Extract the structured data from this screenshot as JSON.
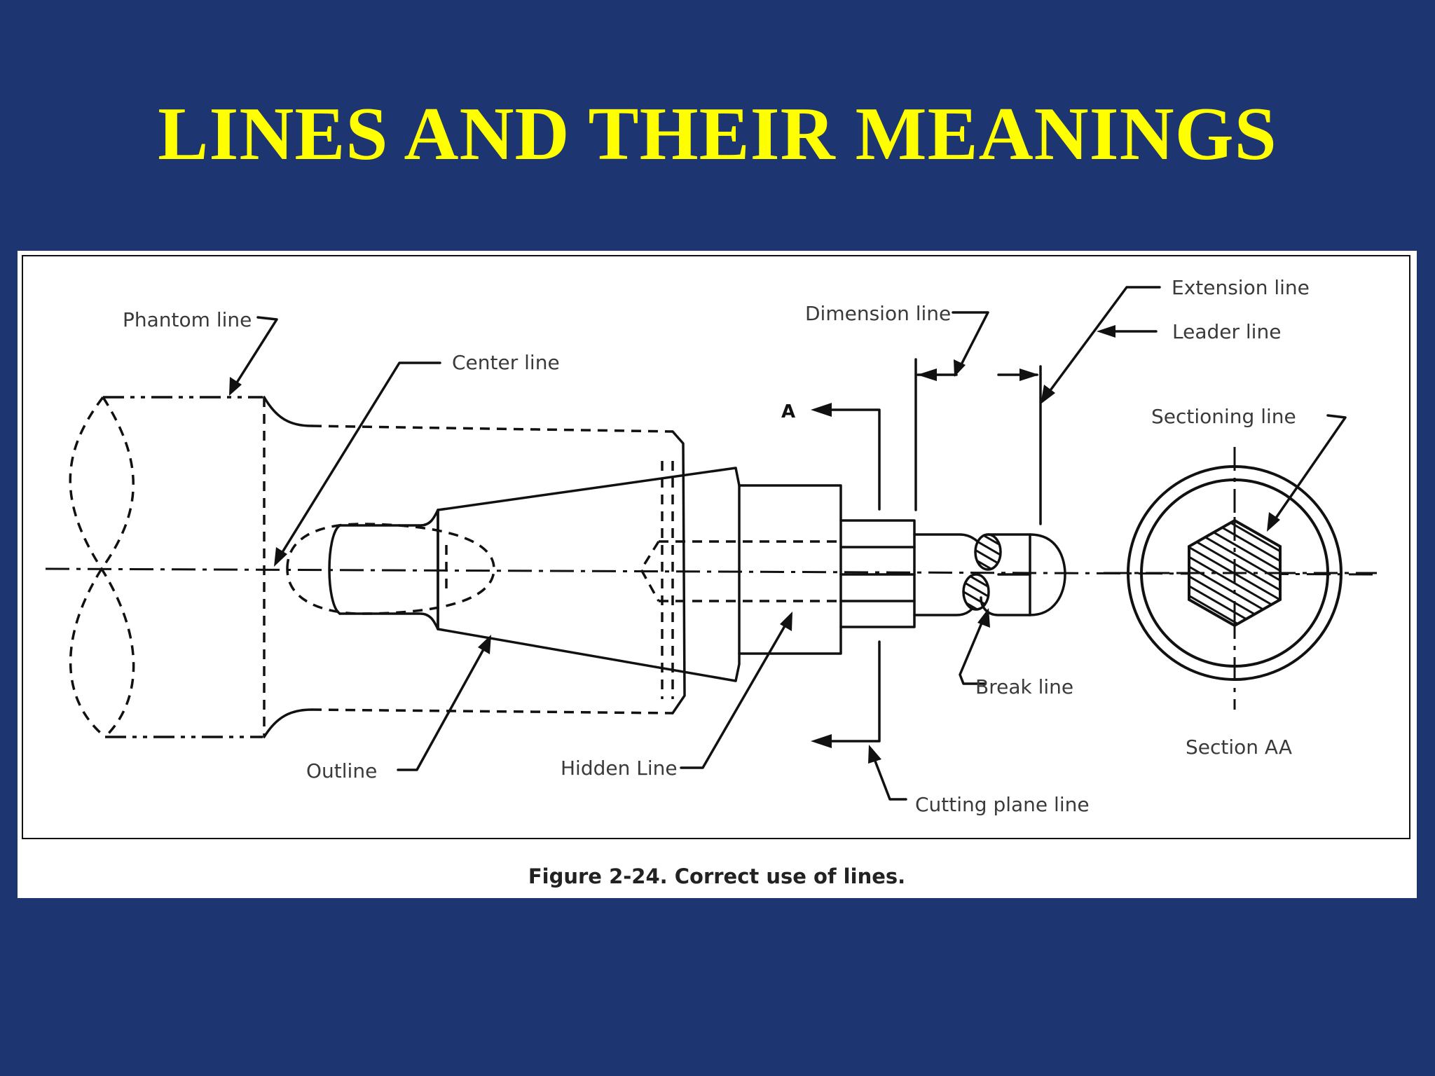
{
  "slide": {
    "title": "LINES AND THEIR MEANINGS",
    "background_color": "#1d3571",
    "title_color": "#ffff00"
  },
  "figure": {
    "caption": "Figure 2-24. Correct use of lines.",
    "labels": {
      "phantom": "Phantom line",
      "center": "Center line",
      "dimension": "Dimension line",
      "extension": "Extension line",
      "leader": "Leader line",
      "sectioning": "Sectioning line",
      "outline": "Outline",
      "hidden": "Hidden Line",
      "break": "Break line",
      "section_aa": "Section AA",
      "cutting_plane": "Cutting plane line",
      "section_marker": "A"
    }
  }
}
